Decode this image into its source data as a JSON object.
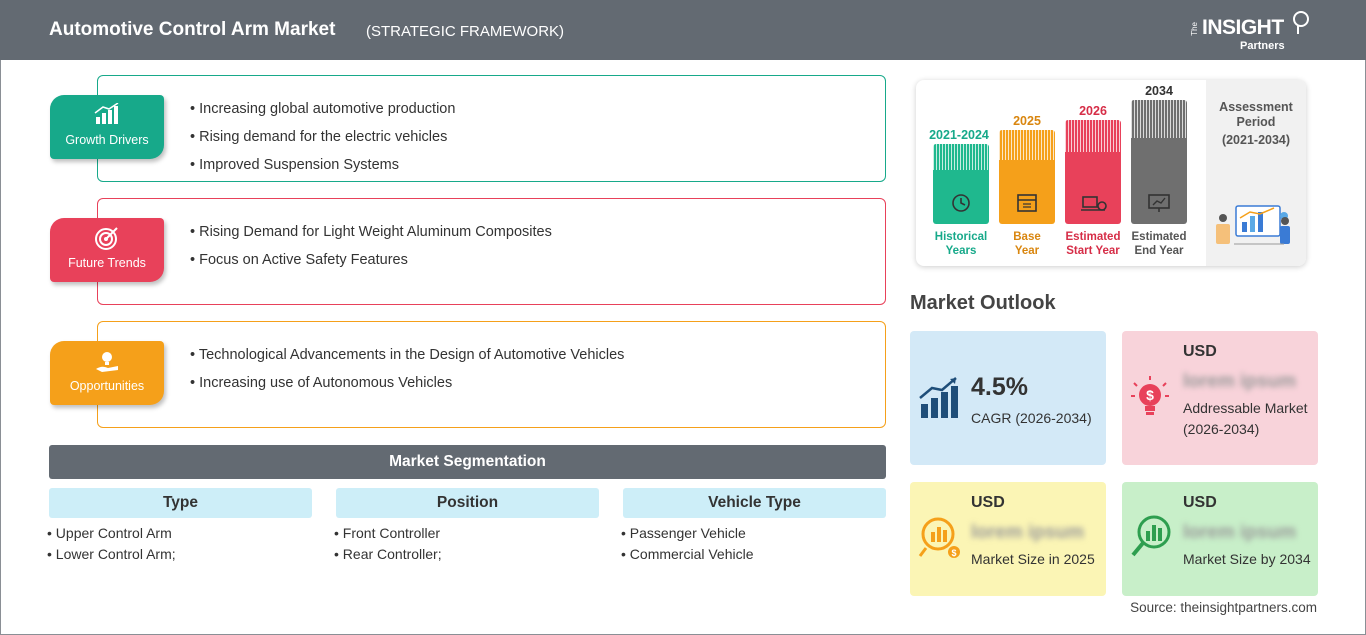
{
  "header": {
    "title": "Automotive Control Arm Market",
    "subtitle": "(STRATEGIC FRAMEWORK)"
  },
  "logo": {
    "text": "INSIGHT",
    "the": "The",
    "partners": "Partners"
  },
  "drivers": [
    {
      "label": "Growth Drivers",
      "icon": "growth-chart-icon",
      "color": "#17a98a",
      "items": [
        "Increasing global automotive production",
        "Rising demand for the electric vehicles",
        "Improved Suspension Systems"
      ]
    },
    {
      "label": "Future Trends",
      "icon": "target-icon",
      "color": "#e8415a",
      "items": [
        "Rising Demand for Light Weight Aluminum Composites",
        "Focus on Active Safety Features"
      ]
    },
    {
      "label": "Opportunities",
      "icon": "lightbulb-hand-icon",
      "color": "#f5a01a",
      "items": [
        "Technological Advancements in the Design of Automotive Vehicles",
        "Increasing use of Autonomous Vehicles"
      ]
    }
  ],
  "segmentation": {
    "title": "Market Segmentation",
    "columns": [
      {
        "head": "Type",
        "items": [
          "Upper Control Arm",
          "Lower Control Arm;"
        ]
      },
      {
        "head": "Position",
        "items": [
          "Front Controller",
          "Rear Controller;"
        ]
      },
      {
        "head": "Vehicle Type",
        "items": [
          "Passenger Vehicle",
          "Commercial Vehicle"
        ]
      }
    ]
  },
  "timeline": {
    "periods": [
      {
        "year": "2021-2024",
        "caption1": "Historical",
        "caption2": "Years",
        "color": "#1fb88e",
        "icon": "history-icon"
      },
      {
        "year": "2025",
        "caption1": "Base",
        "caption2": "Year",
        "color": "#f5a01a",
        "icon": "calendar-icon"
      },
      {
        "year": "2026",
        "caption1": "Estimated",
        "caption2": "Start Year",
        "color": "#e8415a",
        "icon": "start-flag-icon"
      },
      {
        "year": "2034",
        "caption1": "Estimated",
        "caption2": "End Year",
        "color": "#6f6f6f",
        "icon": "presentation-icon"
      }
    ],
    "assessment_title": "Assessment Period",
    "assessment_range": "(2021-2034)"
  },
  "outlook": {
    "title": "Market Outlook",
    "cagr": {
      "value": "4.5%",
      "label": "CAGR (2026-2034)",
      "icon": "growth-chart-icon",
      "color": "#d3e9f7"
    },
    "addressable": {
      "usd": "USD",
      "value": "lorem ipsum",
      "label": "Addressable Market (2026-2034)",
      "icon": "dollar-bulb-icon",
      "color": "#f8d3da"
    },
    "size2025": {
      "usd": "USD",
      "value": "lorem ipsum",
      "label": "Market Size in 2025",
      "icon": "coin-chart-icon",
      "color": "#fbf5b5"
    },
    "size2034": {
      "usd": "USD",
      "value": "lorem ipsum",
      "label": "Market Size by 2034",
      "icon": "magnifier-chart-icon",
      "color": "#c8efc9"
    }
  },
  "source": "Source: theinsightpartners.com"
}
